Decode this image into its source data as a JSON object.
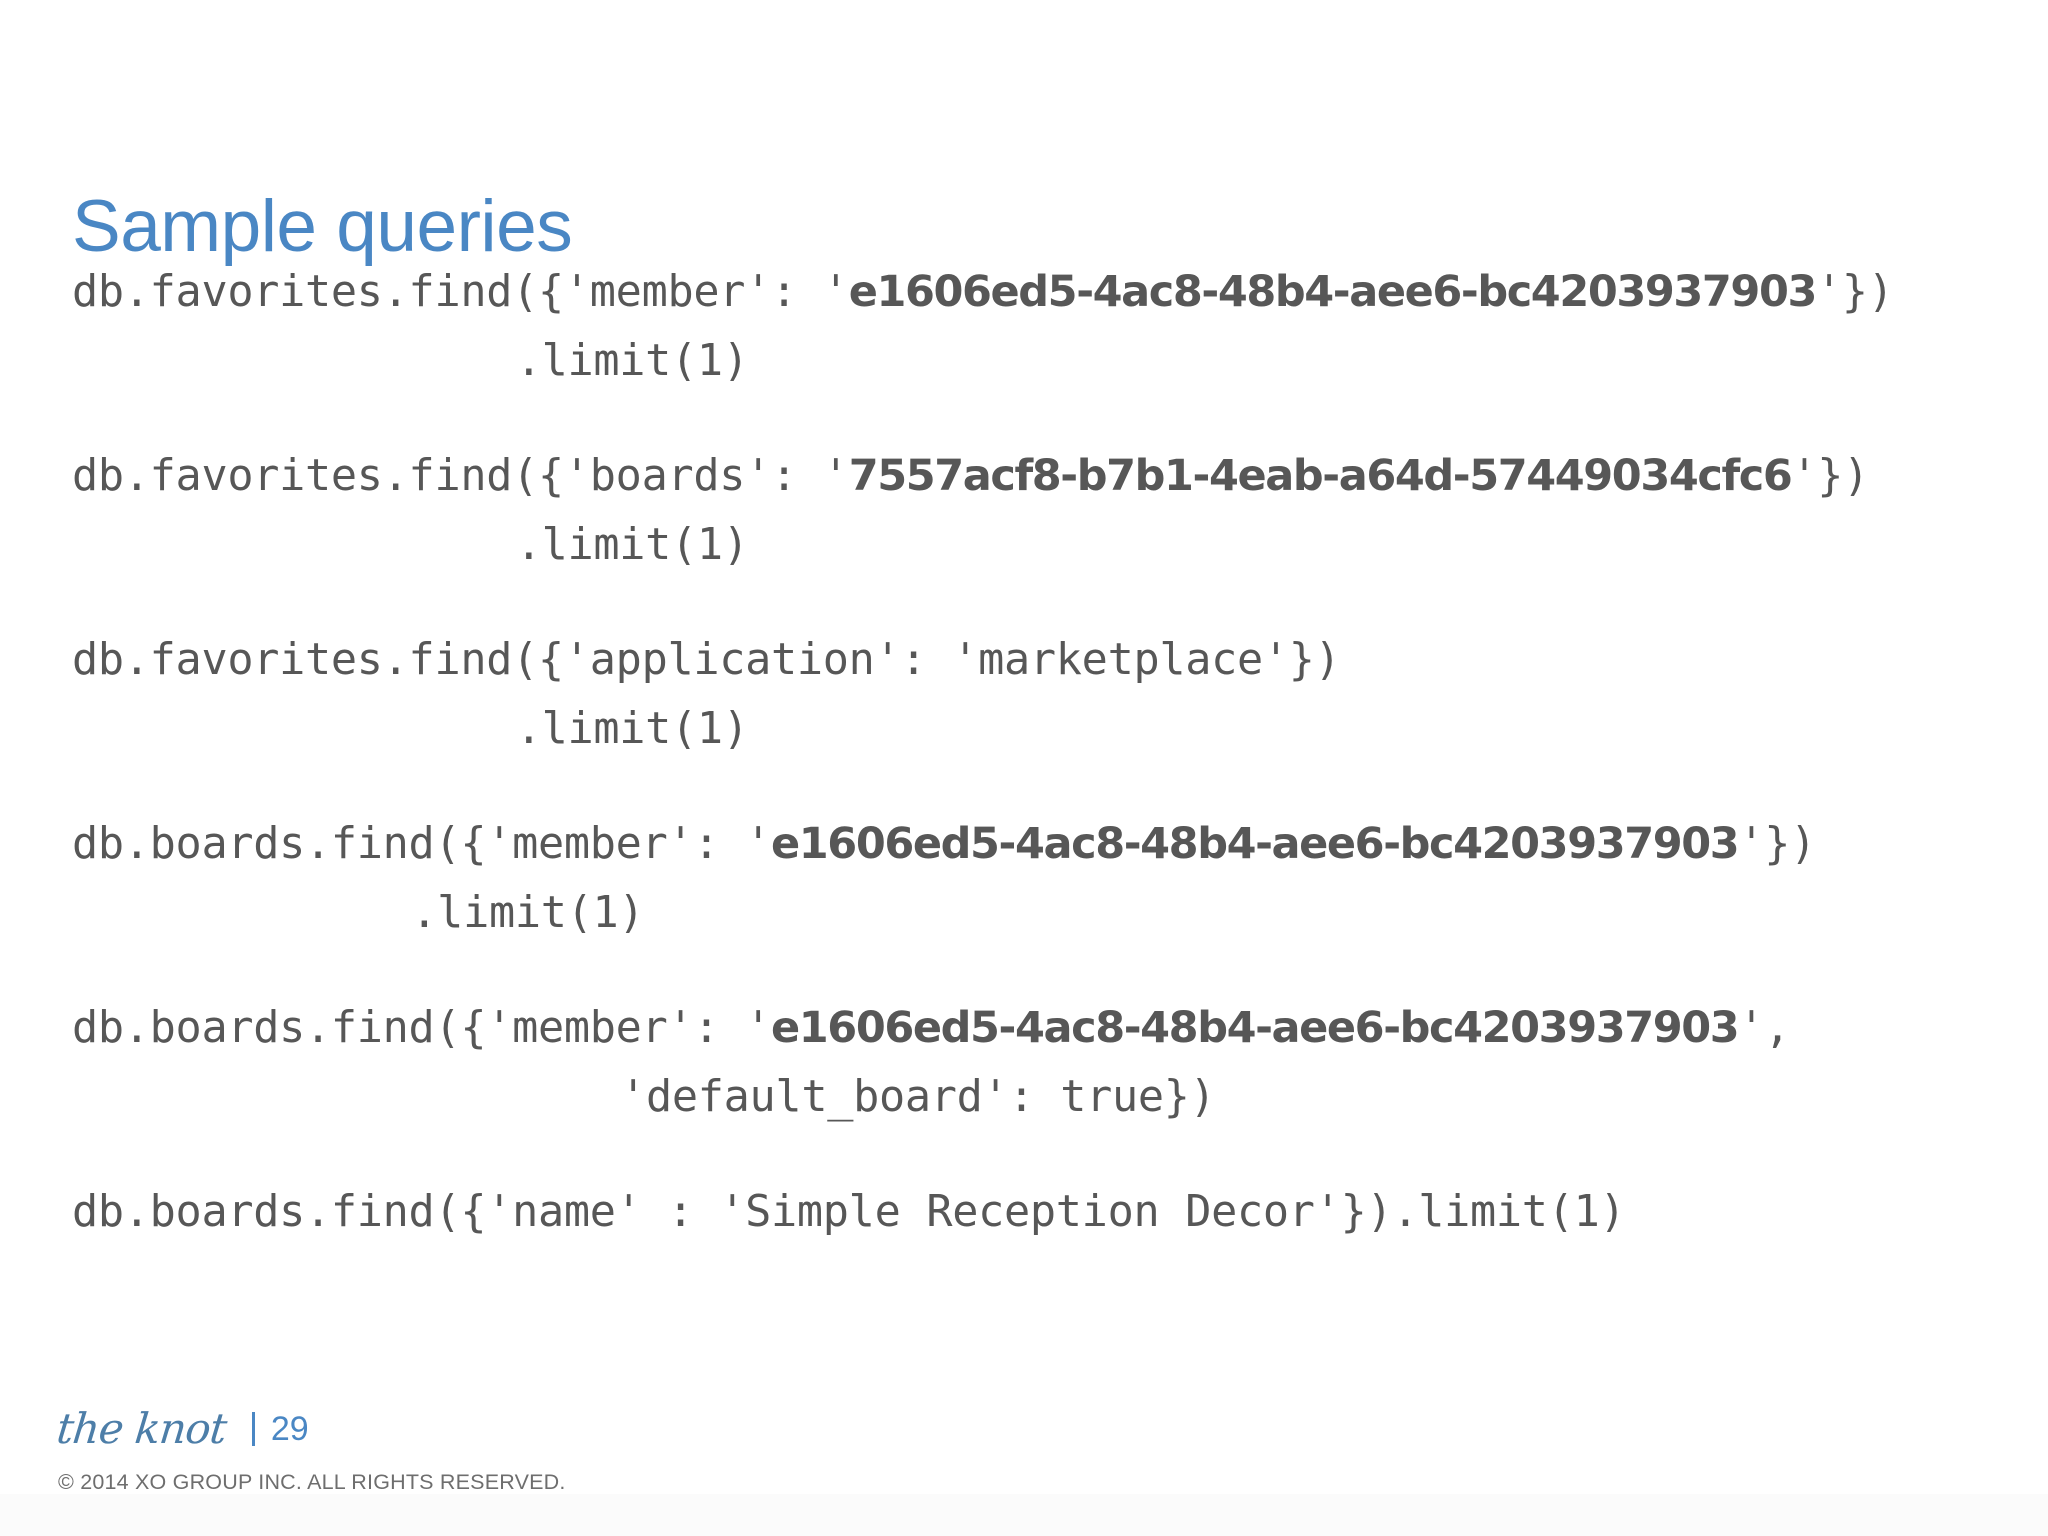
{
  "slide": {
    "title": "Sample queries",
    "title_color": "#4a87c4",
    "code_color": "#575757",
    "background": "#ffffff"
  },
  "code": {
    "queries": [
      {
        "id": "favorites-by-member",
        "lines": [
          {
            "indent": 0,
            "prefix": "db.favorites.find({'member': '",
            "value": "e1606ed5-4ac8-48b4-aee6-bc4203937903",
            "suffix": "'})"
          },
          {
            "indent": 17,
            "prefix": ".limit(1)",
            "value": "",
            "suffix": ""
          }
        ]
      },
      {
        "id": "favorites-by-boards",
        "lines": [
          {
            "indent": 0,
            "prefix": "db.favorites.find({'boards': '",
            "value": "7557acf8-b7b1-4eab-a64d-57449034cfc6",
            "suffix": "'})"
          },
          {
            "indent": 17,
            "prefix": ".limit(1)",
            "value": "",
            "suffix": ""
          }
        ]
      },
      {
        "id": "favorites-by-application",
        "lines": [
          {
            "indent": 0,
            "prefix": "db.favorites.find({'application': 'marketplace'})",
            "value": "",
            "suffix": ""
          },
          {
            "indent": 17,
            "prefix": ".limit(1)",
            "value": "",
            "suffix": ""
          }
        ]
      },
      {
        "id": "boards-by-member",
        "lines": [
          {
            "indent": 0,
            "prefix": "db.boards.find({'member': '",
            "value": "e1606ed5-4ac8-48b4-aee6-bc4203937903",
            "suffix": "'})"
          },
          {
            "indent": 13,
            "prefix": ".limit(1)",
            "value": "",
            "suffix": ""
          }
        ]
      },
      {
        "id": "boards-by-member-default-board",
        "lines": [
          {
            "indent": 0,
            "prefix": "db.boards.find({'member': '",
            "value": "e1606ed5-4ac8-48b4-aee6-bc4203937903",
            "suffix": "',"
          },
          {
            "indent": 21,
            "prefix": "'default_board': true})",
            "value": "",
            "suffix": ""
          }
        ]
      },
      {
        "id": "boards-by-name",
        "lines": [
          {
            "indent": 0,
            "prefix": "db.boards.find({'name' : 'Simple Reception Decor'}).limit(1)",
            "value": "",
            "suffix": ""
          }
        ]
      }
    ]
  },
  "footer": {
    "logo_text": "the knot",
    "divider": "|",
    "page_number": "29",
    "copyright": "© 2014 XO GROUP INC. ALL RIGHTS RESERVED.",
    "accent_color": "#4a87c4"
  }
}
